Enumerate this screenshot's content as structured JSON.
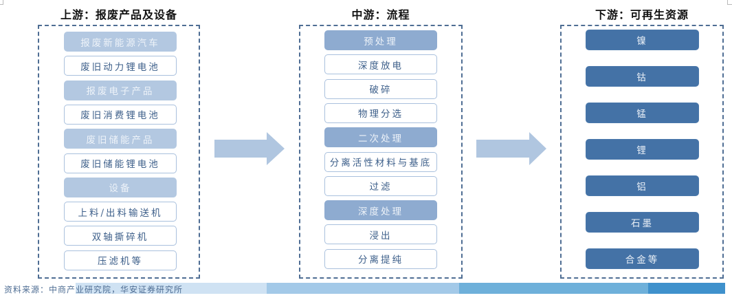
{
  "upstream": {
    "title": "上游：报废产品及设备",
    "items": [
      {
        "label": "报废新能源汽车",
        "kind": "category"
      },
      {
        "label": "废旧动力锂电池",
        "kind": "item"
      },
      {
        "label": "报废电子产品",
        "kind": "category"
      },
      {
        "label": "废旧消费锂电池",
        "kind": "item"
      },
      {
        "label": "废旧储能产品",
        "kind": "category"
      },
      {
        "label": "废旧储能锂电池",
        "kind": "item"
      },
      {
        "label": "设备",
        "kind": "category"
      },
      {
        "label": "上料/出料输送机",
        "kind": "item"
      },
      {
        "label": "双轴撕碎机",
        "kind": "item"
      },
      {
        "label": "压滤机等",
        "kind": "item"
      }
    ]
  },
  "midstream": {
    "title": "中游：流程",
    "items": [
      {
        "label": "预处理",
        "kind": "category"
      },
      {
        "label": "深度放电",
        "kind": "item"
      },
      {
        "label": "破碎",
        "kind": "item"
      },
      {
        "label": "物理分选",
        "kind": "item"
      },
      {
        "label": "二次处理",
        "kind": "category"
      },
      {
        "label": "分离活性材料与基底",
        "kind": "item"
      },
      {
        "label": "过滤",
        "kind": "item"
      },
      {
        "label": "深度处理",
        "kind": "category"
      },
      {
        "label": "浸出",
        "kind": "item"
      },
      {
        "label": "分离提纯",
        "kind": "item"
      }
    ]
  },
  "downstream": {
    "title": "下游：可再生资源",
    "items": [
      {
        "label": "镍"
      },
      {
        "label": "钴"
      },
      {
        "label": "锰"
      },
      {
        "label": "锂"
      },
      {
        "label": "铝"
      },
      {
        "label": "石墨"
      },
      {
        "label": "合金等"
      }
    ]
  },
  "arrows": [
    {
      "from": "upstream",
      "to": "midstream"
    },
    {
      "from": "midstream",
      "to": "downstream"
    }
  ],
  "footer": {
    "source": "资料来源：中商产业研究院，华安证券研究所"
  },
  "colors": {
    "category_light": "#b3c8e1",
    "category_mid": "#8eabd0",
    "resource": "#4472a6",
    "panel_border": "#4e6d93",
    "arrow": "#b0c6e0",
    "footer_bar": [
      "#cfe2f3",
      "#a3c9e8",
      "#6eb0da",
      "#3f91cc"
    ]
  }
}
